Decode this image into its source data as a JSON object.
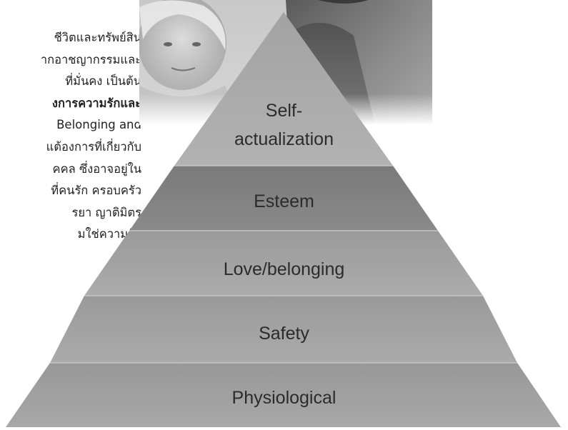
{
  "text_column": {
    "lines": [
      "ชีวิตและทรัพย์สิน",
      "ากอาชญากรรมและ",
      "ที่มั่นคง เป็นต้น",
      "งการความรักและ",
      "Belonging and",
      "แต้องการที่เกี่ยวกับ",
      "คคล ซึ่งอาจอยู่ใน",
      "ที่คนรัก ครอบครัว",
      "รยา ญาติมิตร",
      "มใช่ความรัก"
    ]
  },
  "pyramid": {
    "layers": [
      {
        "name": "self",
        "line1": "Self-",
        "line2": "actualization",
        "fill": "#a9a9a9"
      },
      {
        "name": "esteem",
        "label": "Esteem",
        "fill": "#808080"
      },
      {
        "name": "love",
        "label": "Love/belonging",
        "fill": "#a3a3a3"
      },
      {
        "name": "safety",
        "label": "Safety",
        "fill": "#a1a1a1"
      },
      {
        "name": "physio",
        "label": "Physiological",
        "fill": "#9f9f9f"
      }
    ]
  }
}
